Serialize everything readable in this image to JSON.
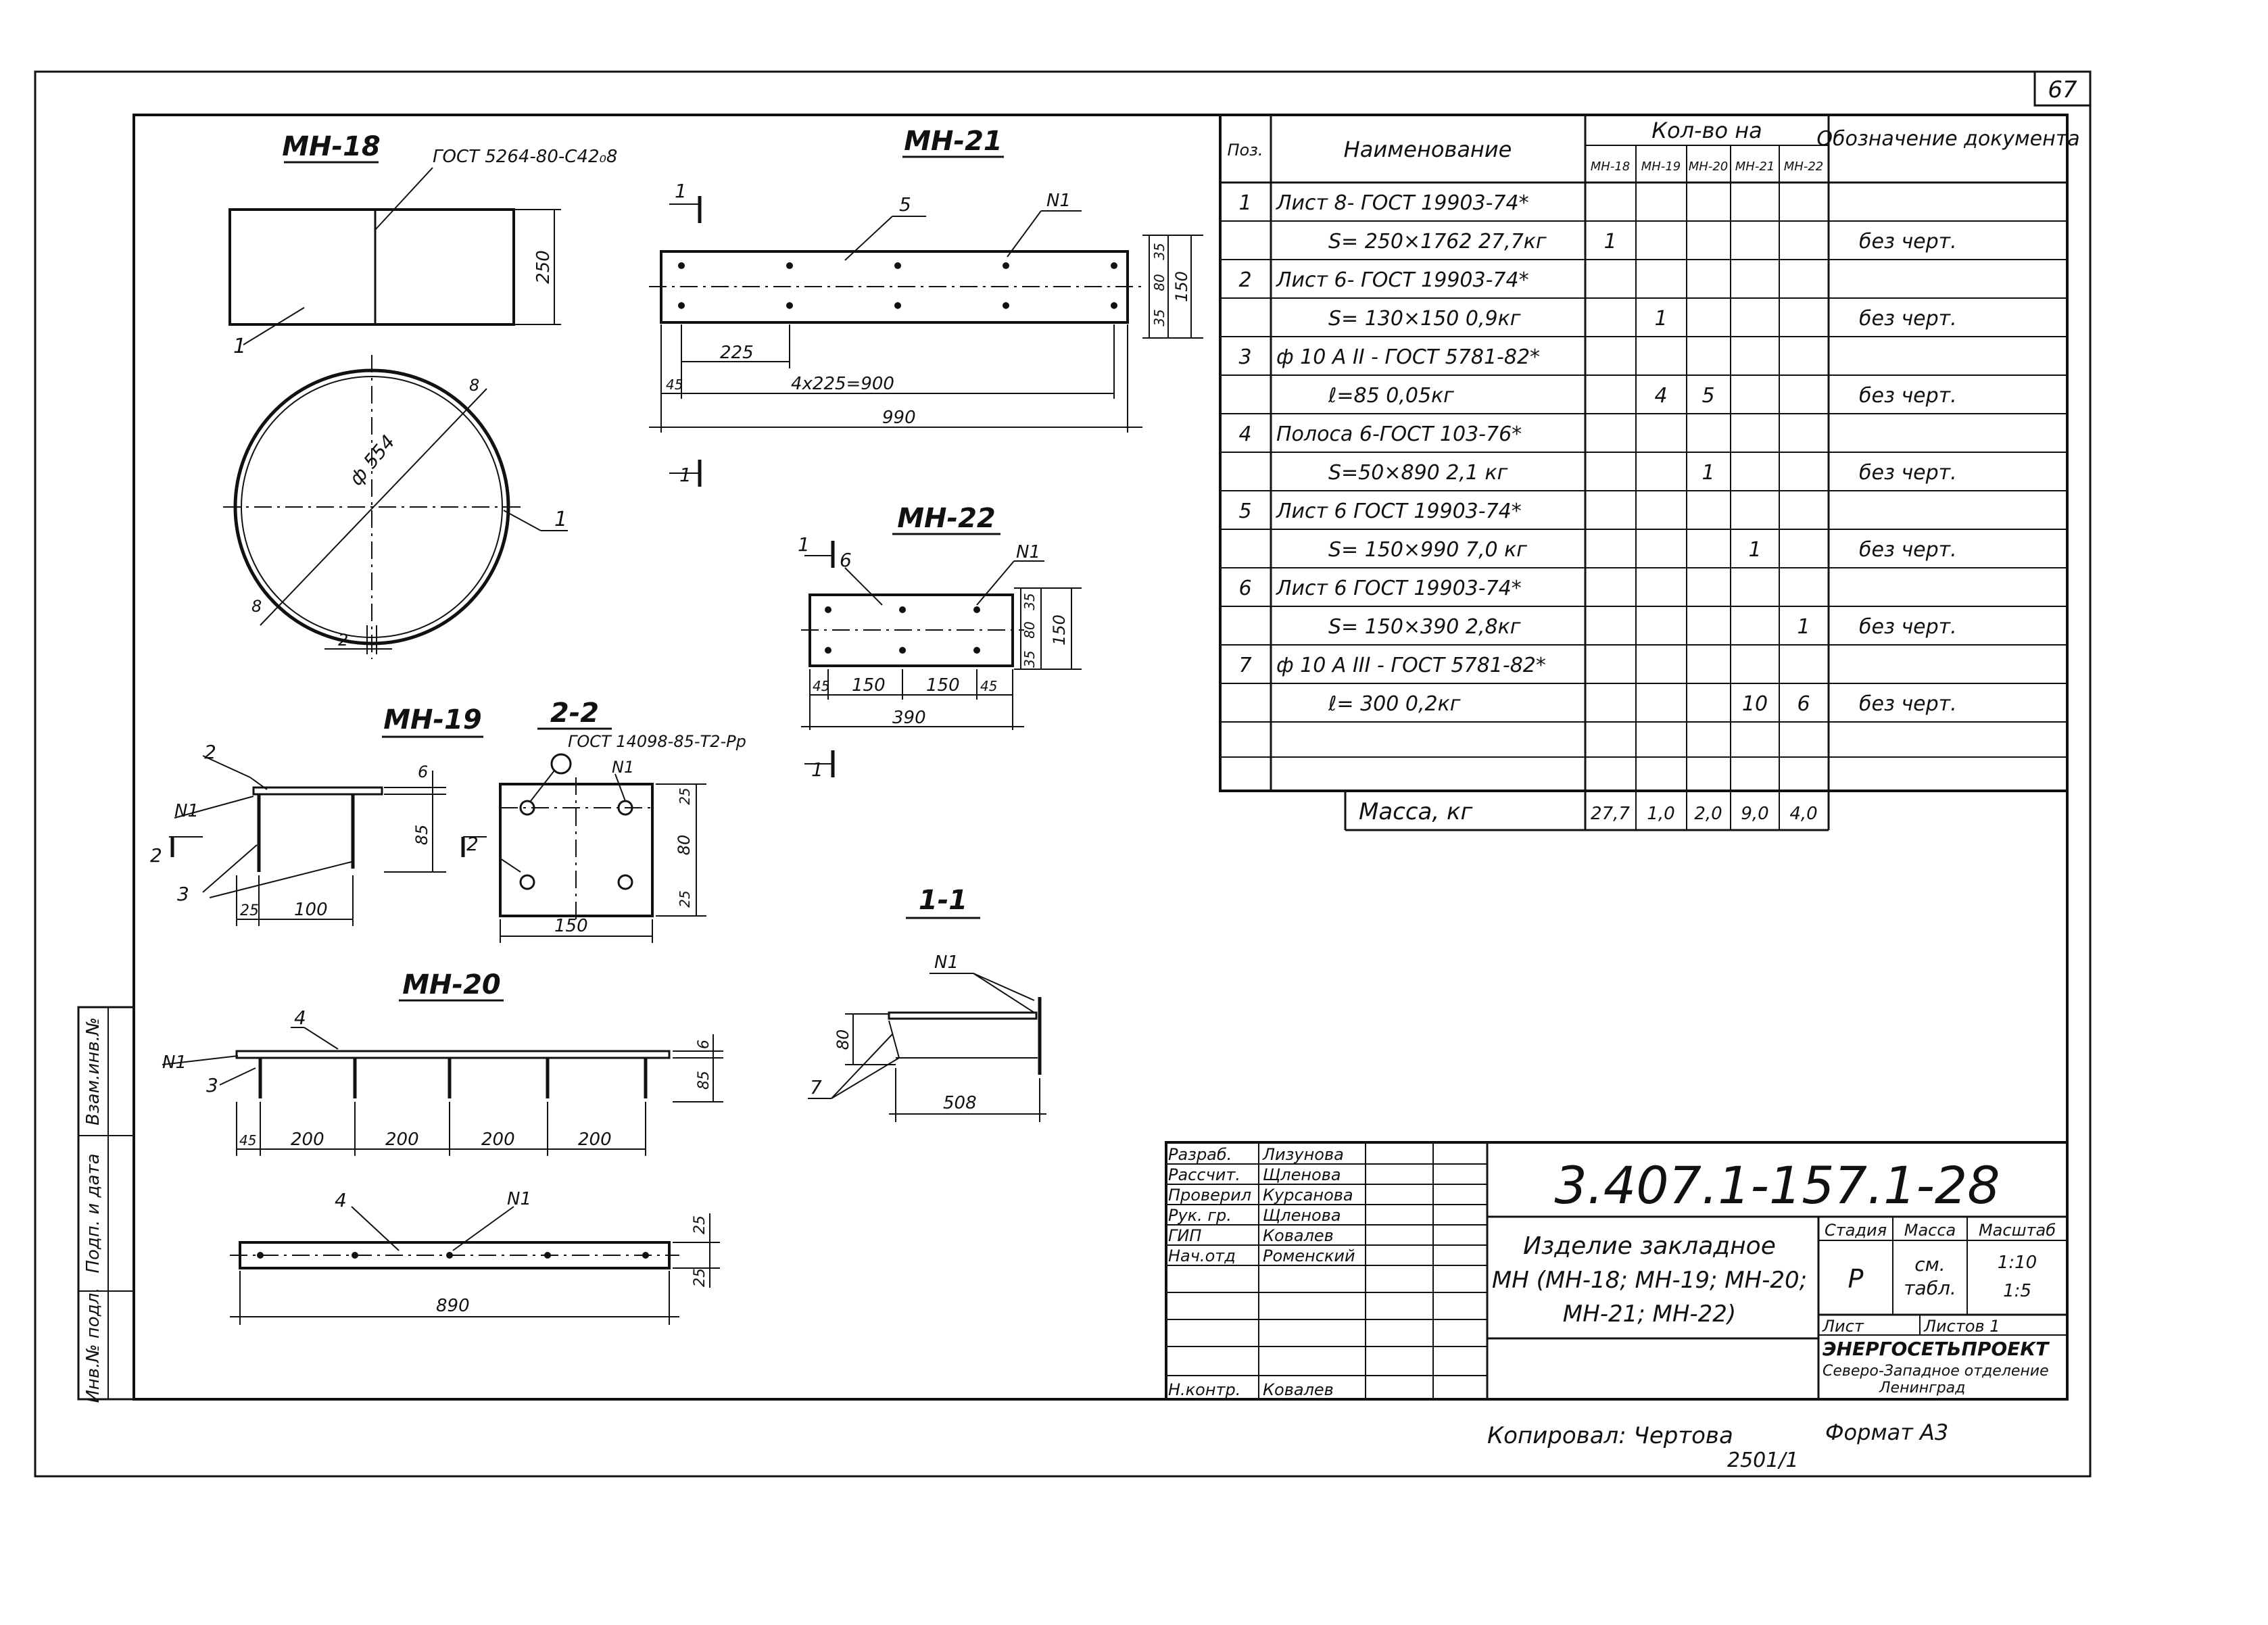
{
  "sheet_number": "67",
  "views": {
    "mn18": {
      "title": "МН-18",
      "gost": "ГОСТ 5264-80-С42₀8",
      "dim_height": "250",
      "diameter": "ф 554",
      "weld": "8",
      "pos1": "1",
      "thk": "2"
    },
    "mn19": {
      "title": "МН-19",
      "section_title": "2-2",
      "gost": "ГОСТ 14098-85-Т2-Рр",
      "n1": "N1",
      "pos2": "2",
      "pos3": "3",
      "d25": "25",
      "d100": "100",
      "d6": "6",
      "d85": "85",
      "s25a": "25",
      "s80": "80",
      "s25b": "25",
      "s150": "150"
    },
    "mn20": {
      "title": "МН-20",
      "n1": "N1",
      "pos3": "3",
      "pos4": "4",
      "d45": "45",
      "d200": "200",
      "d6": "6",
      "d85": "85",
      "plan_pos4": "4",
      "plan_n1": "N1",
      "d25a": "25",
      "d25b": "25",
      "d890": "890"
    },
    "mn21": {
      "title": "МН-21",
      "pos5": "5",
      "n1": "N1",
      "cut": "1",
      "d225": "225",
      "d4x225": "4x225=900",
      "d45": "45",
      "d990": "990",
      "d35a": "35",
      "d80": "80",
      "d35b": "35",
      "d150": "150"
    },
    "mn22": {
      "title": "МН-22",
      "pos6": "6",
      "n1": "N1",
      "cut": "1",
      "d45": "45",
      "d150": "150",
      "d390": "390",
      "d35a": "35",
      "d80": "80",
      "d35b": "35",
      "d150v": "150"
    },
    "section11": {
      "title": "1-1",
      "n1": "N1",
      "pos7": "7",
      "d80": "80",
      "d508": "508"
    }
  },
  "spec_table": {
    "headers": {
      "pos": "Поз.",
      "name": "Наименование",
      "qty": "Кол-во на",
      "doc": "Обозначение документа",
      "qty_cols": [
        "МН-18",
        "МН-19",
        "МН-20",
        "МН-21",
        "МН-22"
      ]
    },
    "rows": [
      {
        "pos": "1",
        "name": "Лист 8- ГОСТ 19903-74*",
        "q": [
          "",
          "",
          "",
          "",
          ""
        ],
        "doc": ""
      },
      {
        "pos": "",
        "name": "S= 250×1762   27,7кг",
        "q": [
          "1",
          "",
          "",
          "",
          ""
        ],
        "doc": "без черт."
      },
      {
        "pos": "2",
        "name": "Лист 6- ГОСТ 19903-74*",
        "q": [
          "",
          "",
          "",
          "",
          ""
        ],
        "doc": ""
      },
      {
        "pos": "",
        "name": "S= 130×150     0,9кг",
        "q": [
          "",
          "1",
          "",
          "",
          ""
        ],
        "doc": "без черт."
      },
      {
        "pos": "3",
        "name": "ф 10 А II - ГОСТ 5781-82*",
        "q": [
          "",
          "",
          "",
          "",
          ""
        ],
        "doc": ""
      },
      {
        "pos": "",
        "name": "ℓ=85             0,05кг",
        "q": [
          "",
          "4",
          "5",
          "",
          ""
        ],
        "doc": "без черт."
      },
      {
        "pos": "4",
        "name": "Полоса 6-ГОСТ 103-76*",
        "q": [
          "",
          "",
          "",
          "",
          ""
        ],
        "doc": ""
      },
      {
        "pos": "",
        "name": "S=50×890    2,1 кг",
        "q": [
          "",
          "",
          "1",
          "",
          ""
        ],
        "doc": "без черт."
      },
      {
        "pos": "5",
        "name": "Лист 6 ГОСТ 19903-74*",
        "q": [
          "",
          "",
          "",
          "",
          ""
        ],
        "doc": ""
      },
      {
        "pos": "",
        "name": "S= 150×990   7,0 кг",
        "q": [
          "",
          "",
          "",
          "1",
          ""
        ],
        "doc": "без черт."
      },
      {
        "pos": "6",
        "name": "Лист 6 ГОСТ 19903-74*",
        "q": [
          "",
          "",
          "",
          "",
          ""
        ],
        "doc": ""
      },
      {
        "pos": "",
        "name": "S= 150×390   2,8кг",
        "q": [
          "",
          "",
          "",
          "",
          "1"
        ],
        "doc": "без черт."
      },
      {
        "pos": "7",
        "name": "ф 10 А III - ГОСТ 5781-82*",
        "q": [
          "",
          "",
          "",
          "",
          ""
        ],
        "doc": ""
      },
      {
        "pos": "",
        "name": "ℓ= 300           0,2кг",
        "q": [
          "",
          "",
          "",
          "10",
          "6"
        ],
        "doc": "без черт."
      },
      {
        "pos": "",
        "name": "",
        "q": [
          "",
          "",
          "",
          "",
          ""
        ],
        "doc": ""
      },
      {
        "pos": "",
        "name": "",
        "q": [
          "",
          "",
          "",
          "",
          ""
        ],
        "doc": ""
      }
    ],
    "mass_label": "Масса, кг",
    "mass_values": [
      "27,7",
      "1,0",
      "2,0",
      "9,0",
      "4,0"
    ]
  },
  "title_block": {
    "doc_number": "3.407.1-157.1-28",
    "roles": [
      "Разраб.",
      "Рассчит.",
      "Проверил",
      "Рук. гр.",
      "ГИП",
      "Нач.отд",
      "",
      "",
      "",
      "",
      "Н.контр."
    ],
    "names": [
      "Лизунова",
      "Щленова",
      "Курсанова",
      "Щленова",
      "Ковалев",
      "Роменский",
      "",
      "",
      "",
      "",
      "Ковалев"
    ],
    "product_name_lines": [
      "Изделие закладное",
      "МН (МН-18; МН-19; МН-20;",
      "МН-21; МН-22)"
    ],
    "stage_label": "Стадия",
    "mass_label": "Масса",
    "scale_label": "Масштаб",
    "stage_value": "Р",
    "mass_value_lines": [
      "см.",
      "табл."
    ],
    "scale_values": [
      "1:10",
      "1:5"
    ],
    "sheet_label": "Лист",
    "sheets_label": "Листов 1",
    "org": "ЭНЕРГОСЕТЬПРОЕКТ",
    "org_sub1": "Северо-Западное отделение",
    "org_sub2": "Ленинград"
  },
  "side_stamp": [
    "Взам.инв.№",
    "Подп. и дата",
    "Инв.№ подл."
  ],
  "footer": {
    "copied": "Копировал: Чертова",
    "format": "Формат А3",
    "code": "2501/1"
  }
}
